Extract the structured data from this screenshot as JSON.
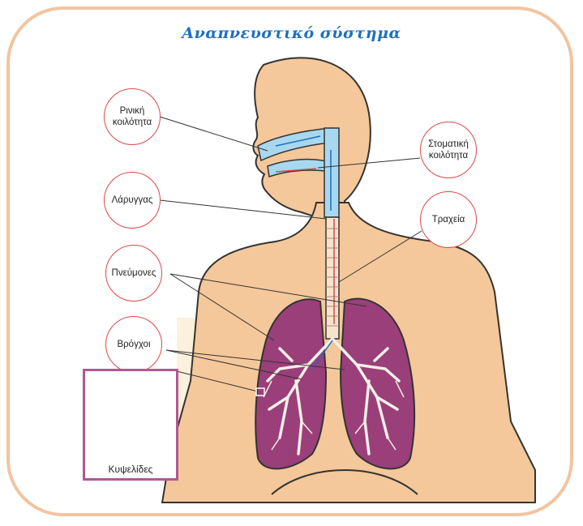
{
  "title": "Αναπνευστικό σύστημα",
  "labels": {
    "nasal_cavity": "Ρινική κοιλότητα",
    "oral_cavity": "Στοματική κοιλότητα",
    "larynx": "Λάρυγγας",
    "trachea": "Τραχεία",
    "lungs": "Πνεύμονες",
    "bronchi": "Βρόγχοι",
    "alveoli": "Κυψελίδες"
  },
  "colors": {
    "frame": "#f2c4a0",
    "skin": "#f4c89a",
    "lung": "#9a3f7a",
    "airway": "#a8d8f0",
    "label_ring": "#d84a4a",
    "title": "#1e6fc0"
  }
}
